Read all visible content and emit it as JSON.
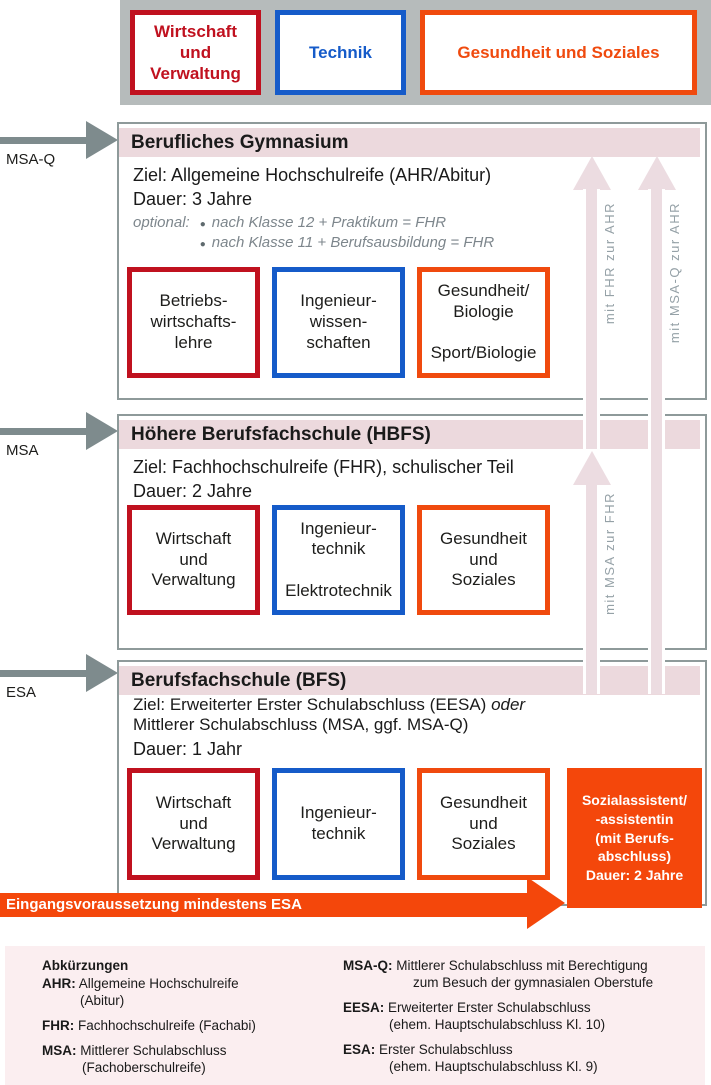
{
  "colors": {
    "track_red": "#c0111f",
    "track_blue": "#155bc9",
    "track_orange": "#f04a0e",
    "fill_orange": "#f4470b",
    "band_pink": "#ecd9dd",
    "arrow_pale_pink": "#ecdce1",
    "panel_pink": "#fbeef0",
    "header_gray": "#b6bbbb",
    "entry_arrow_gray": "#7e8b8d",
    "section_border_gray": "#8e9a9a",
    "vertical_label_gray": "#95a1a7"
  },
  "bullet": "●",
  "header": {
    "tracks": [
      {
        "label": "Wirtschaft\nund\nVerwaltung"
      },
      {
        "label": "Technik"
      },
      {
        "label": "Gesundheit und Soziales"
      }
    ]
  },
  "entry_arrows": [
    {
      "label": "MSA-Q"
    },
    {
      "label": "MSA"
    },
    {
      "label": "ESA"
    }
  ],
  "sections": [
    {
      "title": "Berufliches Gymnasium",
      "goal": "Ziel: Allgemeine Hochschulreife (AHR/Abitur)",
      "duration": "Dauer: 3 Jahre",
      "optional": {
        "label": "optional:",
        "items": [
          "nach Klasse 12 + Praktikum = FHR",
          "nach Klasse 11 + Berufsausbildung = FHR"
        ]
      },
      "boxes": [
        {
          "label": "Betriebs-\nwirtschafts-\nlehre"
        },
        {
          "label": "Ingenieur-\nwissen-\nschaften"
        },
        {
          "label": "Gesundheit/\nBiologie\n\nSport/Biologie"
        }
      ]
    },
    {
      "title": "Höhere Berufsfachschule (HBFS)",
      "goal": "Ziel: Fachhochschulreife (FHR), schulischer Teil",
      "duration": "Dauer: 2 Jahre",
      "boxes": [
        {
          "label": "Wirtschaft\nund\nVerwaltung"
        },
        {
          "label": "Ingenieur-\ntechnik\n\nElektrotechnik"
        },
        {
          "label": "Gesundheit\nund\nSoziales"
        }
      ]
    },
    {
      "title": "Berufsfachschule (BFS)",
      "goal_line1": "Ziel: Erweiterter Erster Schulabschluss (EESA) ",
      "goal_conjunction": "oder",
      "goal_line2": "Mittlerer Schulabschluss (MSA, ggf. MSA-Q)",
      "duration": "Dauer: 1 Jahr",
      "boxes": [
        {
          "label": "Wirtschaft\nund\nVerwaltung"
        },
        {
          "label": "Ingenieur-\ntechnik"
        },
        {
          "label": "Gesundheit\nund\nSoziales"
        }
      ],
      "special_box": {
        "label": "Sozialassistent/\n-assistentin\n(mit Berufs-\nabschluss)\nDauer: 2 Jahre"
      }
    }
  ],
  "progress_arrows": [
    {
      "label": "mit FHR zur AHR"
    },
    {
      "label": "mit MSA-Q zur AHR"
    },
    {
      "label": "mit MSA zur FHR"
    }
  ],
  "banner": {
    "label": "Eingangsvoraussetzung mindestens ESA"
  },
  "abbreviations": {
    "title": "Abkürzungen",
    "left": [
      {
        "key": "AHR:",
        "text": " Allgemeine Hochschulreife\n(Abitur)"
      },
      {
        "key": "FHR:",
        "text": " Fachhochschulreife (Fachabi)"
      },
      {
        "key": "MSA:",
        "text": " Mittlerer Schulabschluss\n(Fachoberschulreife)"
      }
    ],
    "right": [
      {
        "key": "MSA-Q:",
        "text": " Mittlerer Schulabschluss mit Berechtigung\nzum Besuch der gymnasialen Oberstufe"
      },
      {
        "key": "EESA:",
        "text": " Erweiterter Erster Schulabschluss\n(ehem. Hauptschulabschluss Kl. 10)"
      },
      {
        "key": "ESA:",
        "text": " Erster Schulabschluss\n(ehem. Hauptschulabschluss Kl. 9)"
      }
    ]
  }
}
